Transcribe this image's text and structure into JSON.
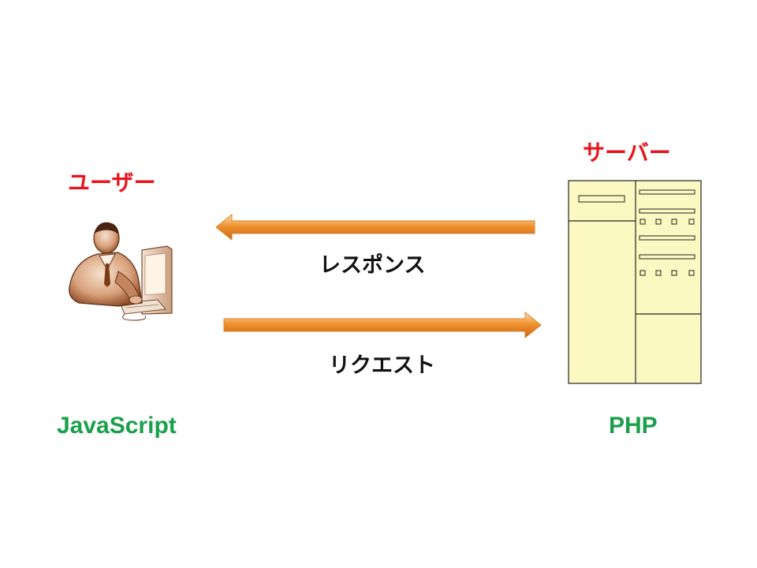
{
  "user": {
    "title": "ユーザー",
    "technology": "JavaScript"
  },
  "server": {
    "title": "サーバー",
    "technology": "PHP"
  },
  "arrows": {
    "response": "レスポンス",
    "request": "リクエスト"
  },
  "colors": {
    "title_red": "#e8141b",
    "tech_green": "#19a04b",
    "arrow_orange": "#f0922e",
    "server_fill": "#fbf8c2"
  },
  "icons": {
    "user": "user-at-computer-icon",
    "server": "server-rack-icon"
  }
}
